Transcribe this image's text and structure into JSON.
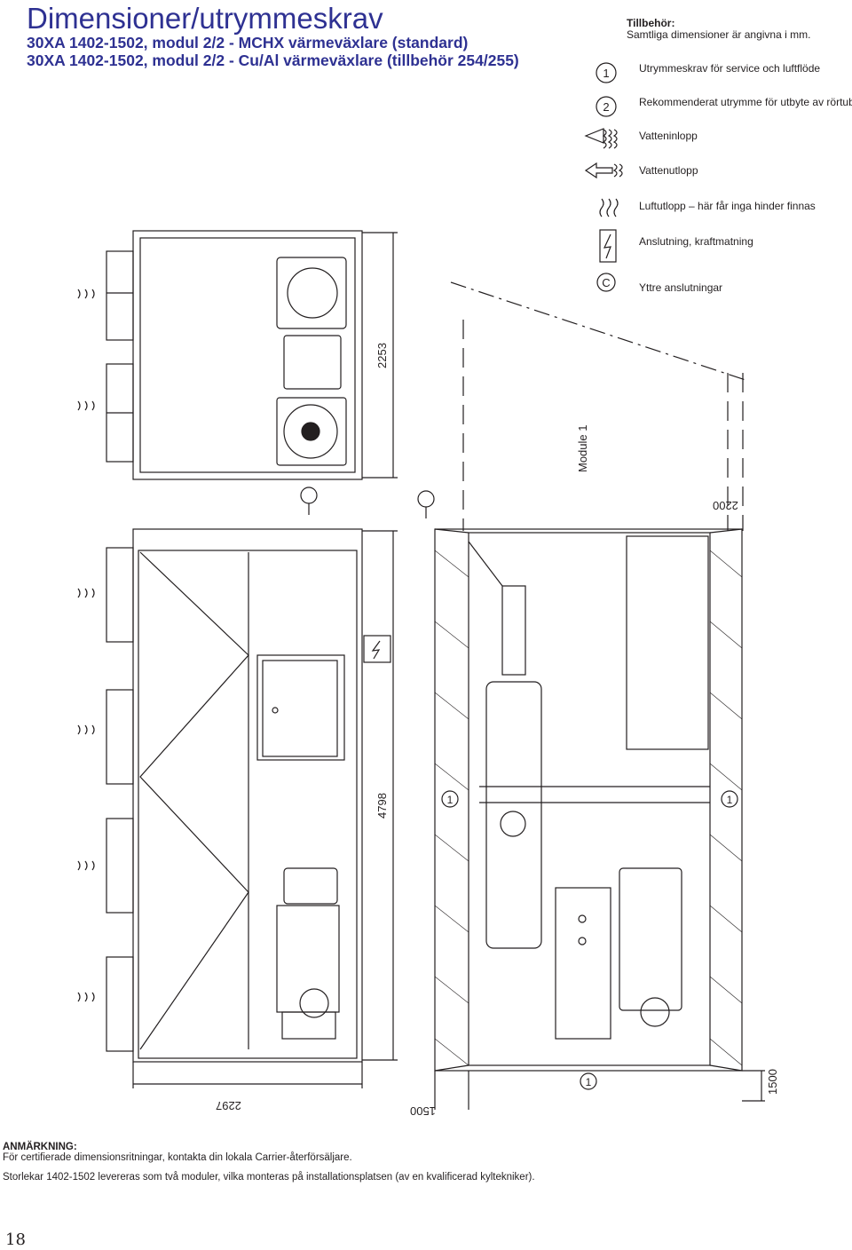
{
  "header": {
    "title": "Dimensioner/utrymmeskrav",
    "subtitle_1": "30XA 1402-1502, modul 2/2 - MCHX värmeväxlare (standard)",
    "subtitle_2": "30XA 1402-1502, modul 2/2 - Cu/Al värmeväxlare (tillbehör 254/255)"
  },
  "legend": {
    "accessory_title": "Tillbehör:",
    "accessory_text": "Samtliga dimensioner är angivna i mm.",
    "items": [
      {
        "symbol": "1",
        "icon": "circle-1-icon",
        "label": "Utrymmeskrav för service och luftflöde"
      },
      {
        "symbol": "2",
        "icon": "circle-2-icon",
        "label": "Rekommenderat utrymme för utbyte av rörtuber"
      },
      {
        "icon": "water-inlet-icon",
        "label": "Vatteninlopp"
      },
      {
        "icon": "water-outlet-icon",
        "label": "Vattenutlopp"
      },
      {
        "icon": "air-outlet-icon",
        "label": "Luftutlopp – här får inga hinder finnas"
      },
      {
        "icon": "power-supply-icon",
        "label": "Anslutning, kraftmatning"
      },
      {
        "symbol": "C",
        "icon": "circle-c-icon",
        "label": "Yttre anslutningar"
      }
    ]
  },
  "drawing": {
    "dim_height_top": "2253",
    "dim_height_bottom": "4798",
    "dim_width": "2297",
    "dim_clearance_side": "1500",
    "dim_clearance_right": "1500",
    "dim_clearance_top": "2200",
    "module_label": "Module 1",
    "zone_marker": "1"
  },
  "notes": {
    "title": "ANMÄRKNING:",
    "line_1": "För certifierade dimensionsritningar, kontakta din lokala Carrier-återförsäljare.",
    "line_2": "Storlekar 1402-1502 levereras som två moduler, vilka monteras på installationsplatsen (av en kvalificerad kyltekniker)."
  },
  "page": {
    "number": "18"
  },
  "colors": {
    "heading": "#2e3192",
    "line": "#231f20"
  }
}
